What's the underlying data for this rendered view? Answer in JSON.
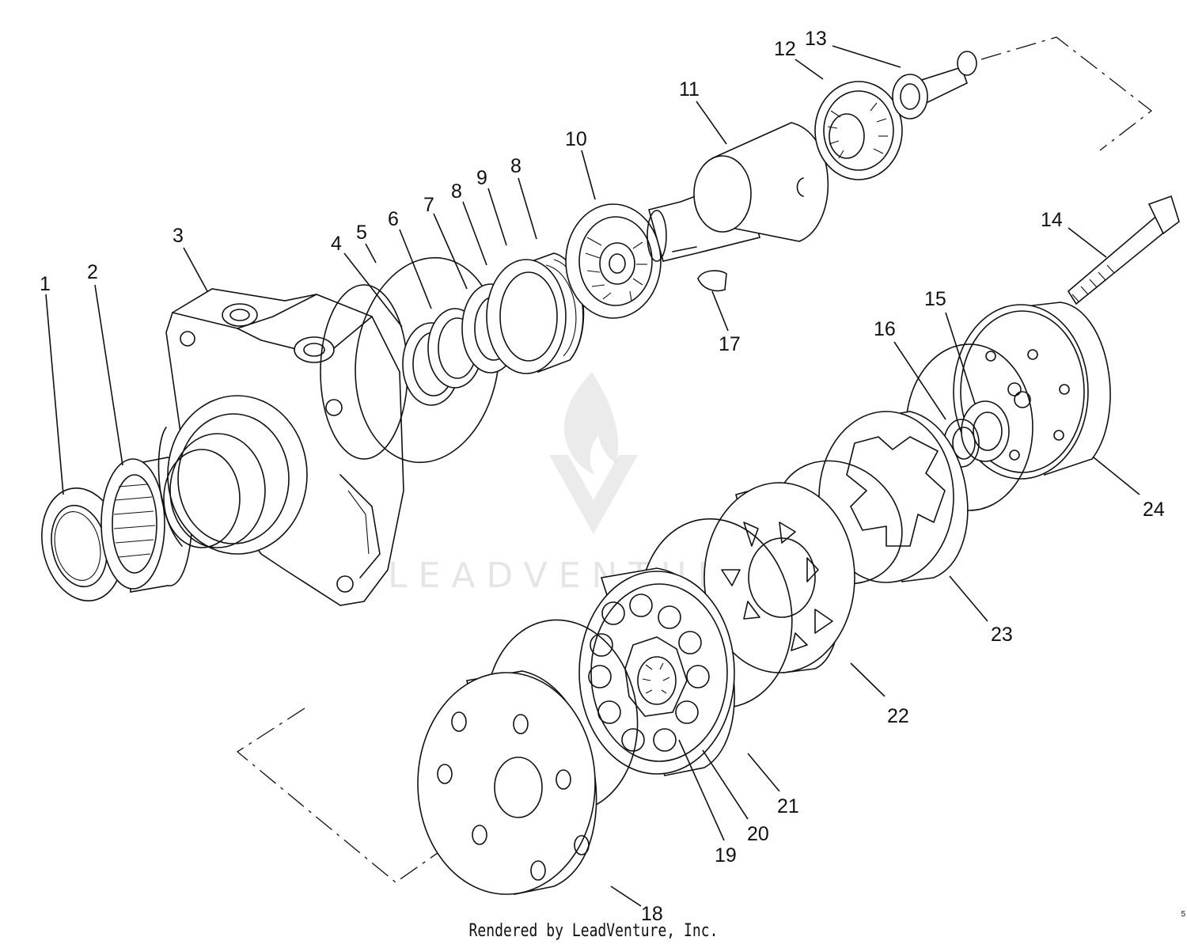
{
  "callouts": {
    "c1": "1",
    "c2": "2",
    "c3": "3",
    "c4": "4",
    "c5": "5",
    "c6": "6",
    "c7": "7",
    "c8a": "8",
    "c8b": "8",
    "c9": "9",
    "c10": "10",
    "c11": "11",
    "c12": "12",
    "c13": "13",
    "c14": "14",
    "c15": "15",
    "c16": "16",
    "c17": "17",
    "c18": "18",
    "c19": "19",
    "c20": "20",
    "c21": "21",
    "c22": "22",
    "c23": "23",
    "c24": "24"
  },
  "footer_text": "Rendered by LeadVenture, Inc.",
  "watermark_text": "LEADVENTURE",
  "corner_mark": "5",
  "logo_icon": "leadventure-flame-logo",
  "line_color": "#111111"
}
